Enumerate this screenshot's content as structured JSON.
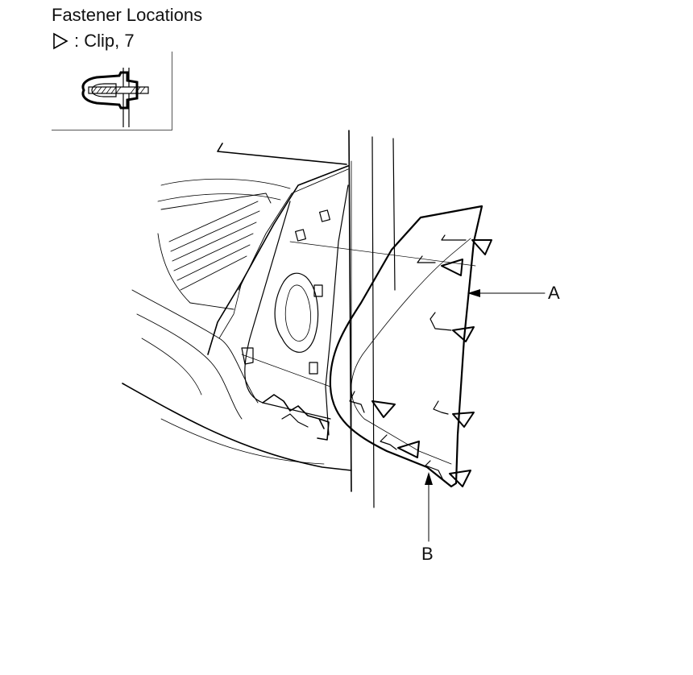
{
  "title": "Fastener Locations",
  "legend": {
    "symbol": "hollow-triangle-icon",
    "text": ": Clip, 7"
  },
  "callouts": {
    "a": "A",
    "b": "B"
  },
  "clip_count": 7,
  "colors": {
    "line": "#000000",
    "background": "#ffffff"
  }
}
